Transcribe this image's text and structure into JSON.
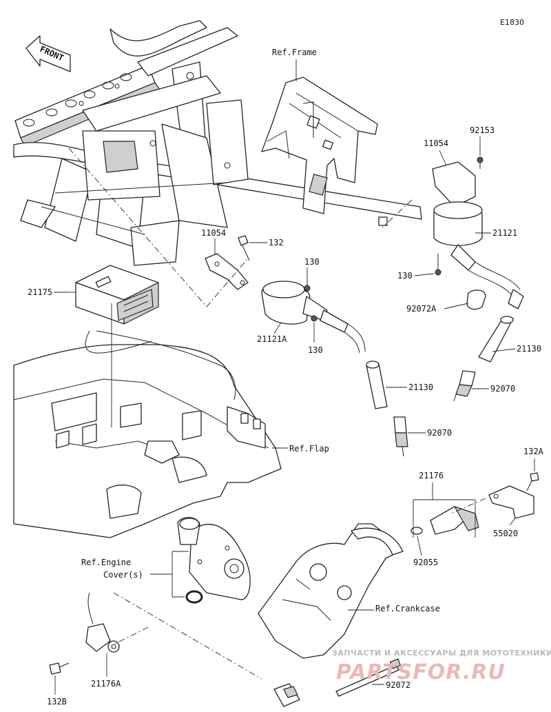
{
  "diagram_code": "E1830",
  "front_label": "FRONT",
  "refs": {
    "frame": "Ref.Frame",
    "flap": "Ref.Flap",
    "engine_cover": [
      "Ref.Engine",
      "Cover(s)"
    ],
    "crankcase": "Ref.Crankcase"
  },
  "parts": [
    "11054",
    "92153",
    "21121",
    "130",
    "92072A",
    "21130",
    "92070",
    "11054",
    "132",
    "130",
    "21175",
    "21121A",
    "130",
    "21130",
    "92070",
    "132A",
    "21176",
    "55020",
    "92055",
    "132B",
    "21176A",
    "92072"
  ],
  "watermark": {
    "tagline": "ЗАПЧАСТИ И АКСЕССУАРЫ ДЛЯ МОТОТЕХНИКИ",
    "logo": "PARTSFOR.RU"
  }
}
